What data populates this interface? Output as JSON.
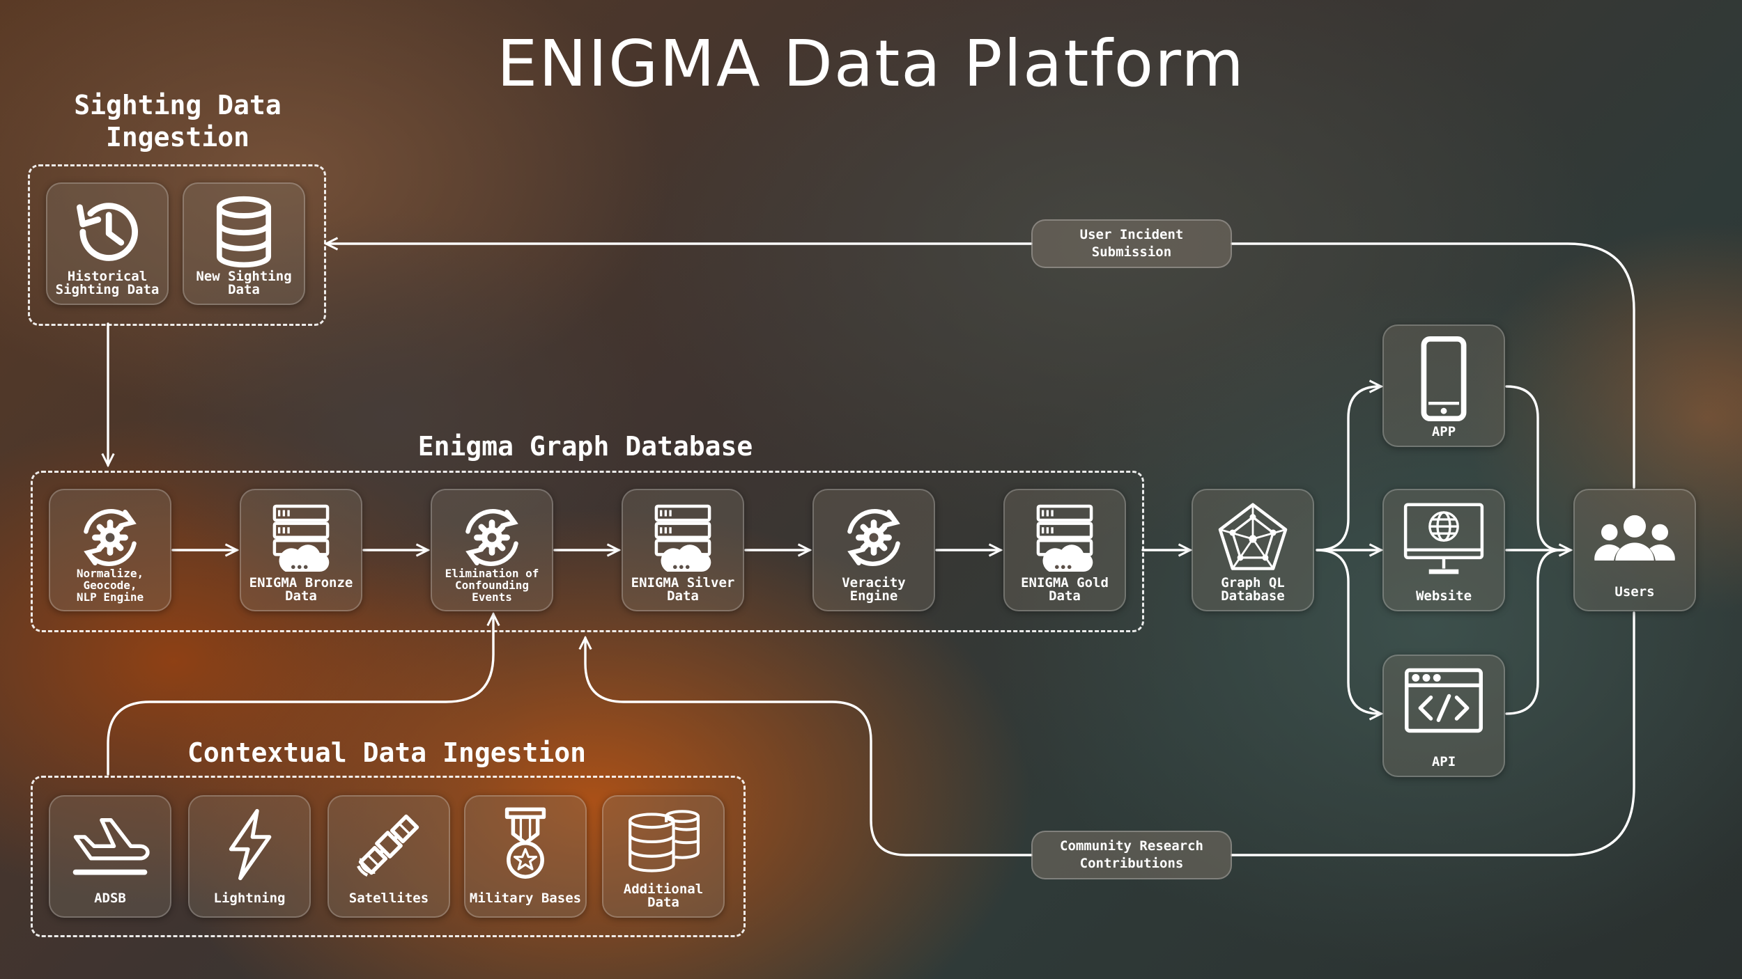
{
  "title": "ENIGMA Data Platform",
  "sections": {
    "sighting": "Sighting Data\nIngestion",
    "graph": "Enigma Graph Database",
    "contextual": "Contextual Data Ingestion"
  },
  "nodes": {
    "historical": "Historical\nSighting Data",
    "new_sighting": "New Sighting\nData",
    "normalize": "Normalize,\nGeocode,\nNLP Engine",
    "bronze": "ENIGMA Bronze\nData",
    "elimination": "Elimination of\nConfounding\nEvents",
    "silver": "ENIGMA Silver\nData",
    "veracity": "Veracity\nEngine",
    "gold": "ENIGMA Gold\nData",
    "graphql": "Graph QL\nDatabase",
    "app": "APP",
    "website": "Website",
    "api": "API",
    "users": "Users",
    "adsb": "ADSB",
    "lightning": "Lightning",
    "satellites": "Satellites",
    "military": "Military Bases",
    "additional": "Additional\nData"
  },
  "pills": {
    "user_incident": "User Incident\nSubmission",
    "community": "Community Research\nContributions"
  },
  "icons": {
    "historical": "history-icon",
    "new_sighting": "database-icon",
    "normalize": "gear-cycle-icon",
    "bronze": "server-cloud-icon",
    "elimination": "gear-cycle-icon",
    "silver": "server-cloud-icon",
    "veracity": "gear-cycle-icon",
    "gold": "server-cloud-icon",
    "graphql": "graphql-icon",
    "app": "smartphone-icon",
    "website": "monitor-globe-icon",
    "api": "code-window-icon",
    "users": "users-icon",
    "adsb": "airplane-icon",
    "lightning": "lightning-icon",
    "satellites": "satellite-icon",
    "military": "medal-icon",
    "additional": "databases-icon"
  }
}
